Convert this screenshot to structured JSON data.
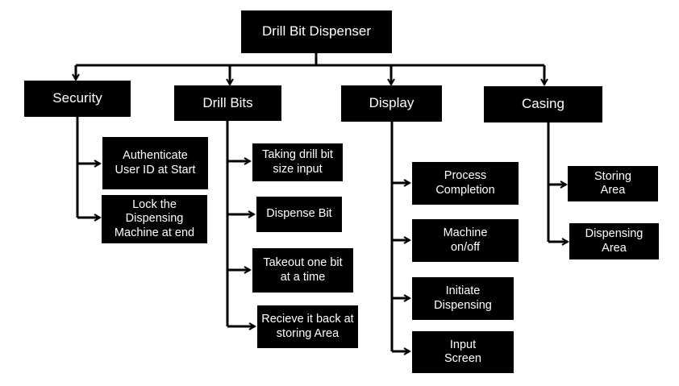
{
  "root": "Drill Bit Dispenser",
  "categories": {
    "security": "Security",
    "drill_bits": "Drill Bits",
    "display": "Display",
    "casing": "Casing"
  },
  "security_items": [
    "Authenticate\nUser ID at Start",
    "Lock the\nDispensing\nMachine at end"
  ],
  "drill_bits_items": [
    "Taking drill bit\nsize input",
    "Dispense Bit",
    "Takeout one bit\nat a time",
    "Recieve it back at\nstoring Area"
  ],
  "display_items": [
    "Process\nCompletion",
    "Machine\non/off",
    "Initiate\nDispensing",
    "Input\nScreen"
  ],
  "casing_items": [
    "Storing\nArea",
    "Dispensing\nArea"
  ],
  "colors": {
    "box": "#000000",
    "text": "#ffffff",
    "connector": "#000000"
  }
}
